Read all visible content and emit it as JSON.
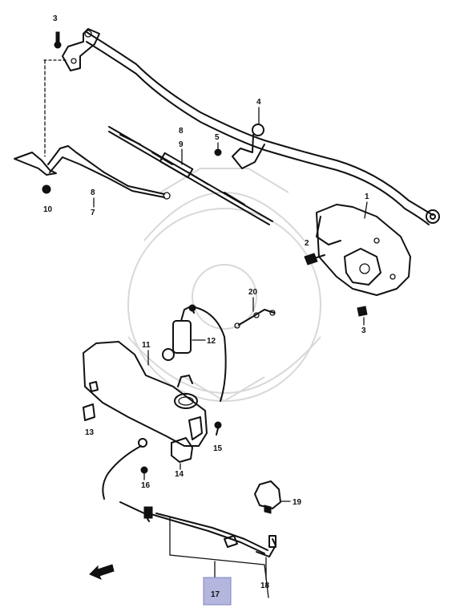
{
  "labels": {
    "l1": "1",
    "l2": "2",
    "l3a": "3",
    "l3b": "3",
    "l4": "4",
    "l5": "5",
    "l7": "7",
    "l8a": "8",
    "l8b": "8",
    "l9": "9",
    "l10": "10",
    "l11": "11",
    "l12": "12",
    "l13": "13",
    "l14": "14",
    "l15": "15",
    "l16": "16",
    "l17": "17",
    "l18": "18",
    "l19": "19",
    "l20": "20"
  },
  "colors": {
    "ink": "#111111",
    "highlight": "#b3b6dd",
    "watermark": "#d8d8d8"
  },
  "highlighted_part": "17"
}
